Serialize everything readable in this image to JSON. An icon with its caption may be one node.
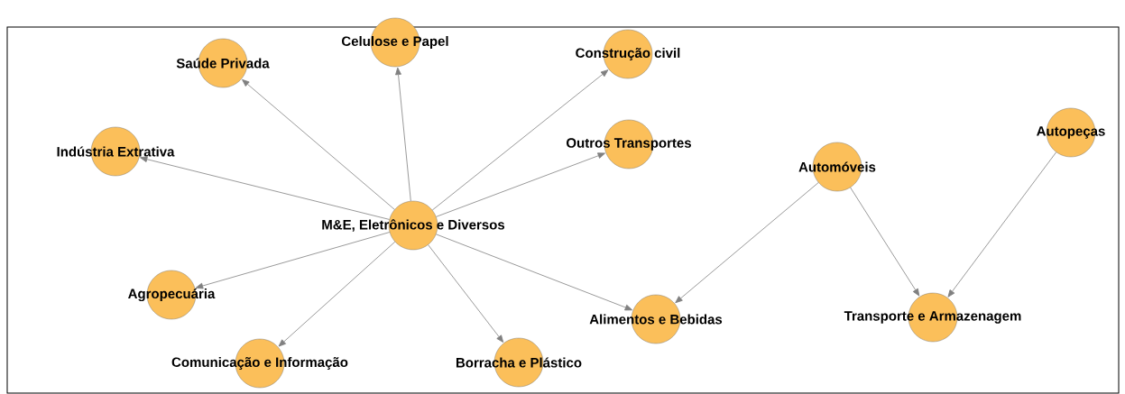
{
  "diagram": {
    "nodes": [
      {
        "text": [
          "M&E, Eletrônicos e Diversos"
        ]
      },
      {
        "text": [
          "Saúde Privada"
        ]
      },
      {
        "text": [
          "Celulose e Papel"
        ]
      },
      {
        "text": [
          "Construção civil"
        ]
      },
      {
        "text": [
          "Indústria Extrativa"
        ]
      },
      {
        "text": [
          "Outros Transportes"
        ]
      },
      {
        "text": [
          "Automóveis"
        ]
      },
      {
        "text": [
          "Autopeças"
        ]
      },
      {
        "text": [
          "Agropecuária"
        ]
      },
      {
        "text": [
          "Alimentos e Bebidas"
        ]
      },
      {
        "text": [
          "Transporte e Armazenagem"
        ]
      },
      {
        "text": [
          "Comunicação e Informação"
        ]
      },
      {
        "text": [
          "Borracha e Plástico"
        ]
      }
    ],
    "edges": [
      {
        "from": 0,
        "to": 1,
        "arrow": "to"
      },
      {
        "from": 0,
        "to": 2,
        "arrow": "to"
      },
      {
        "from": 0,
        "to": 3,
        "arrow": "to"
      },
      {
        "from": 0,
        "to": 4,
        "arrow": "to"
      },
      {
        "from": 0,
        "to": 5,
        "arrow": "to"
      },
      {
        "from": 0,
        "to": 8,
        "arrow": "to"
      },
      {
        "from": 0,
        "to": 9,
        "arrow": "to"
      },
      {
        "from": 0,
        "to": 11,
        "arrow": "to"
      },
      {
        "from": 0,
        "to": 12,
        "arrow": "to"
      },
      {
        "from": 6,
        "to": 9,
        "arrow": "to"
      },
      {
        "from": 6,
        "to": 10,
        "arrow": "to"
      },
      {
        "from": 7,
        "to": 10,
        "arrow": "to"
      }
    ]
  }
}
